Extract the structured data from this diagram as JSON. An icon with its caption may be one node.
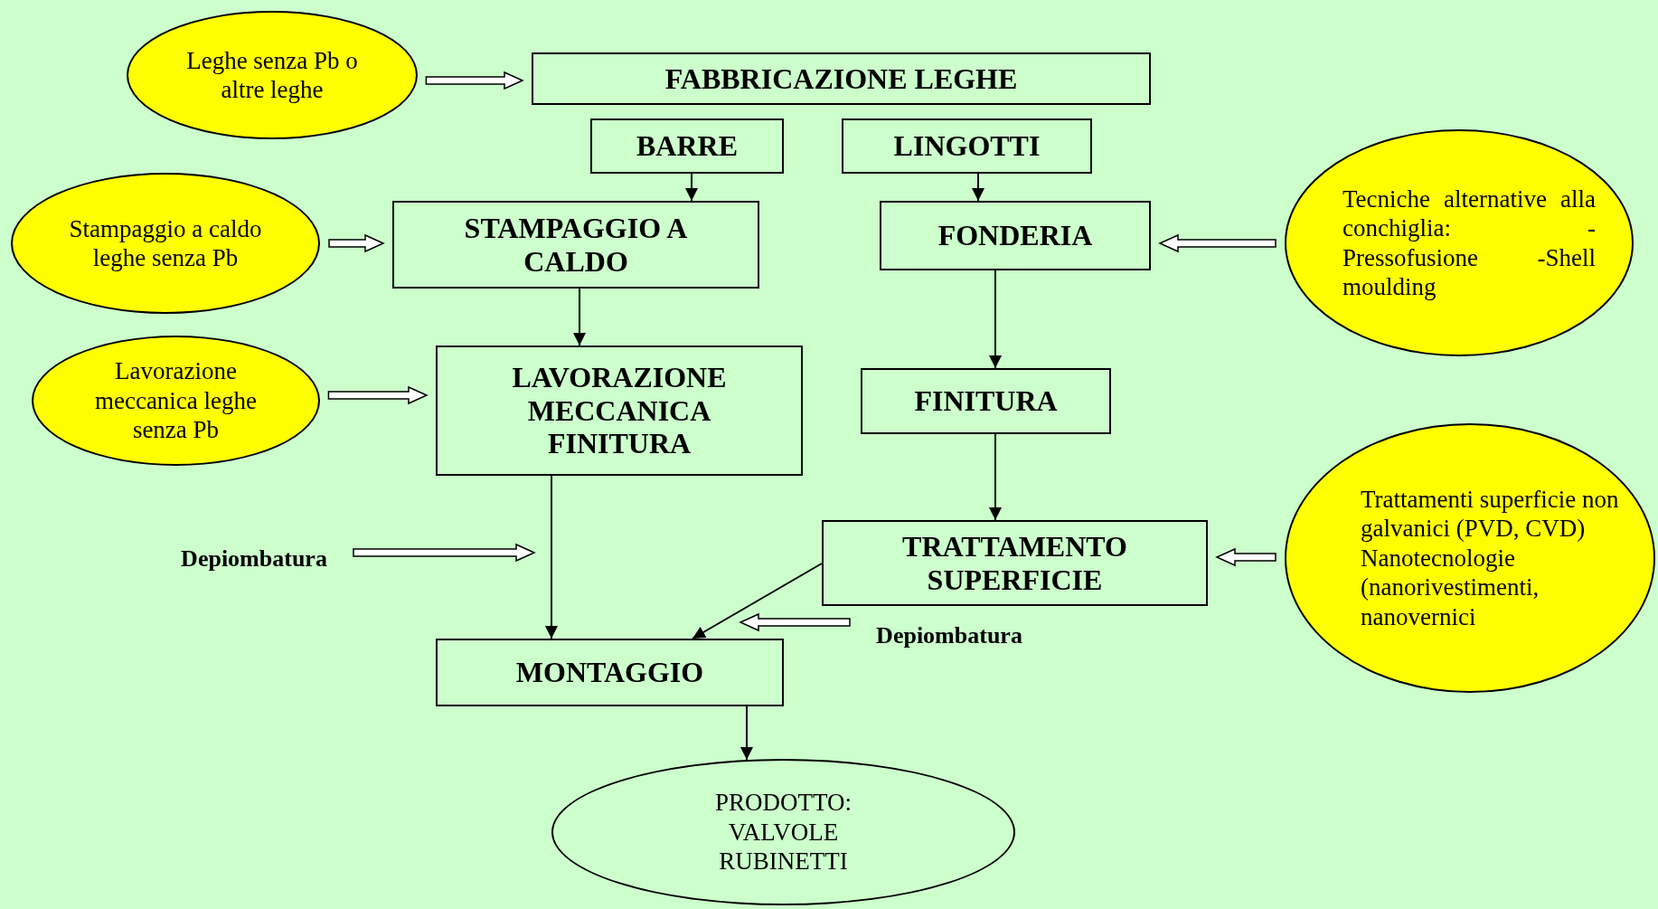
{
  "diagram": {
    "nodes": [
      {
        "text": [
          "Leghe senza Pb o altre leghe"
        ]
      },
      {
        "text": [
          "FABBRICAZIONE LEGHE"
        ]
      },
      {
        "text": [
          "BARRE"
        ]
      },
      {
        "text": [
          "LINGOTTI"
        ]
      },
      {
        "text": [
          "Stampaggio a caldo leghe senza Pb"
        ]
      },
      {
        "text": [
          "STAMPAGGIO A CALDO"
        ]
      },
      {
        "text": [
          "FONDERIA"
        ]
      },
      {
        "text": [
          "Tecniche alternative alla conchiglia: -Pressofusione -Shell moulding"
        ]
      },
      {
        "text": [
          "Lavorazione meccanica leghe senza Pb"
        ]
      },
      {
        "text": [
          "LAVORAZIONE MECCANICA FINITURA"
        ]
      },
      {
        "text": [
          "FINITURA"
        ]
      },
      {
        "text": [
          "Depiombatura"
        ]
      },
      {
        "text": [
          "TRATTAMENTO SUPERFICIE"
        ]
      },
      {
        "text": [
          "Trattamenti superficie non galvanici (PVD, CVD) Nanotecnologie (nanorivestimenti, nanovernici"
        ]
      },
      {
        "text": [
          "Depiombatura"
        ]
      },
      {
        "text": [
          "MONTAGGIO"
        ]
      },
      {
        "text": [
          "PRODOTTO: VALVOLE RUBINETTI"
        ]
      }
    ],
    "edges": [
      {
        "from": 0,
        "to": 1,
        "arrow": "to",
        "style": "thick"
      },
      {
        "from": 2,
        "to": 5,
        "arrow": "to"
      },
      {
        "from": 3,
        "to": 6,
        "arrow": "to"
      },
      {
        "from": 4,
        "to": 5,
        "arrow": "to",
        "style": "thick"
      },
      {
        "from": 7,
        "to": 6,
        "arrow": "to",
        "style": "thick"
      },
      {
        "from": 5,
        "to": 9,
        "arrow": "to"
      },
      {
        "from": 8,
        "to": 9,
        "arrow": "to",
        "style": "thick"
      },
      {
        "from": 6,
        "to": 10,
        "arrow": "to"
      },
      {
        "from": 11,
        "to": null,
        "arrow": "to",
        "style": "thick"
      },
      {
        "from": 10,
        "to": 12,
        "arrow": "to"
      },
      {
        "from": 13,
        "to": 12,
        "arrow": "to",
        "style": "thick"
      },
      {
        "from": 9,
        "to": 15,
        "arrow": "to"
      },
      {
        "from": 12,
        "to": 15,
        "arrow": "to"
      },
      {
        "from": 14,
        "to": null,
        "arrow": "to",
        "style": "thick"
      },
      {
        "from": 15,
        "to": 16,
        "arrow": "to"
      }
    ]
  }
}
